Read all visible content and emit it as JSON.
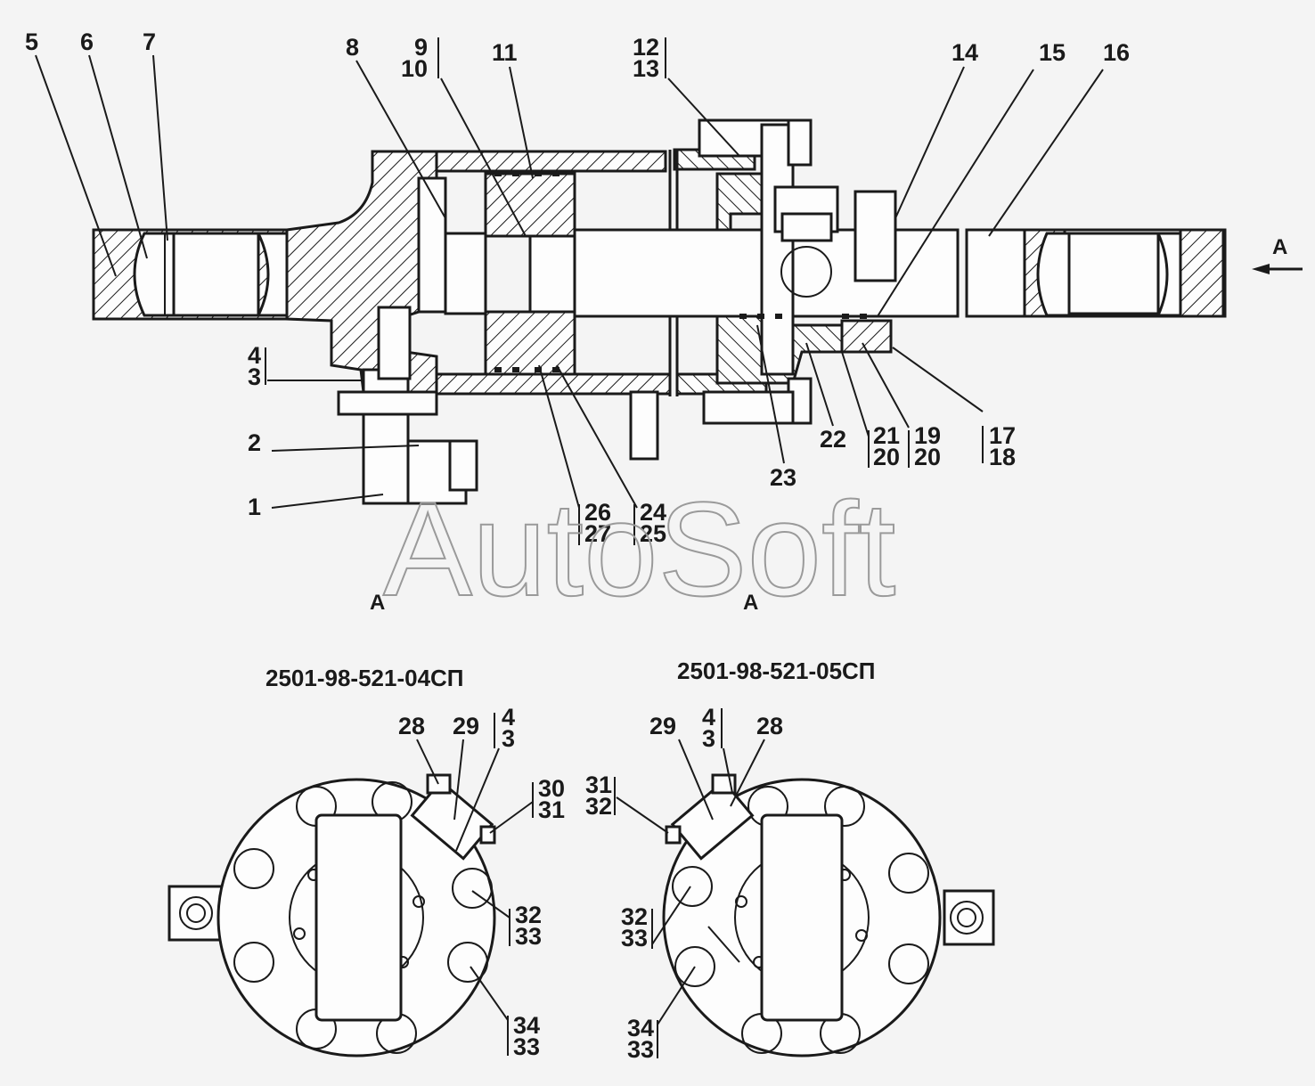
{
  "watermark": "AutoSoft",
  "view_marker": "A",
  "section_mark_left": "A",
  "section_mark_right": "A",
  "view_captions": [
    "2501-98-521-04СП",
    "2501-98-521-05СП"
  ],
  "labels": {
    "l1": "1",
    "l2": "2",
    "l3a": "3",
    "l4a": "4",
    "l5": "5",
    "l6": "6",
    "l7": "7",
    "l8": "8",
    "l9": "9",
    "l10": "10",
    "l11": "11",
    "l12": "12",
    "l13": "13",
    "l14": "14",
    "l15": "15",
    "l16": "16",
    "l17": "17",
    "l18": "18",
    "l19": "19",
    "l20a": "20",
    "l21": "21",
    "l20b": "20",
    "l22": "22",
    "l23": "23",
    "l24": "24",
    "l25": "25",
    "l26": "26",
    "l27": "27",
    "v1_28": "28",
    "v1_29": "29",
    "v1_4": "4",
    "v1_3": "3",
    "v1_30": "30",
    "v1_31": "31",
    "v1_32": "32",
    "v1_33a": "33",
    "v1_34": "34",
    "v1_33b": "33",
    "v2_29": "29",
    "v2_4": "4",
    "v2_3": "3",
    "v2_28": "28",
    "v2_31": "31",
    "v2_32a": "32",
    "v2_32b": "32",
    "v2_33a": "33",
    "v2_34": "34",
    "v2_33b": "33"
  }
}
